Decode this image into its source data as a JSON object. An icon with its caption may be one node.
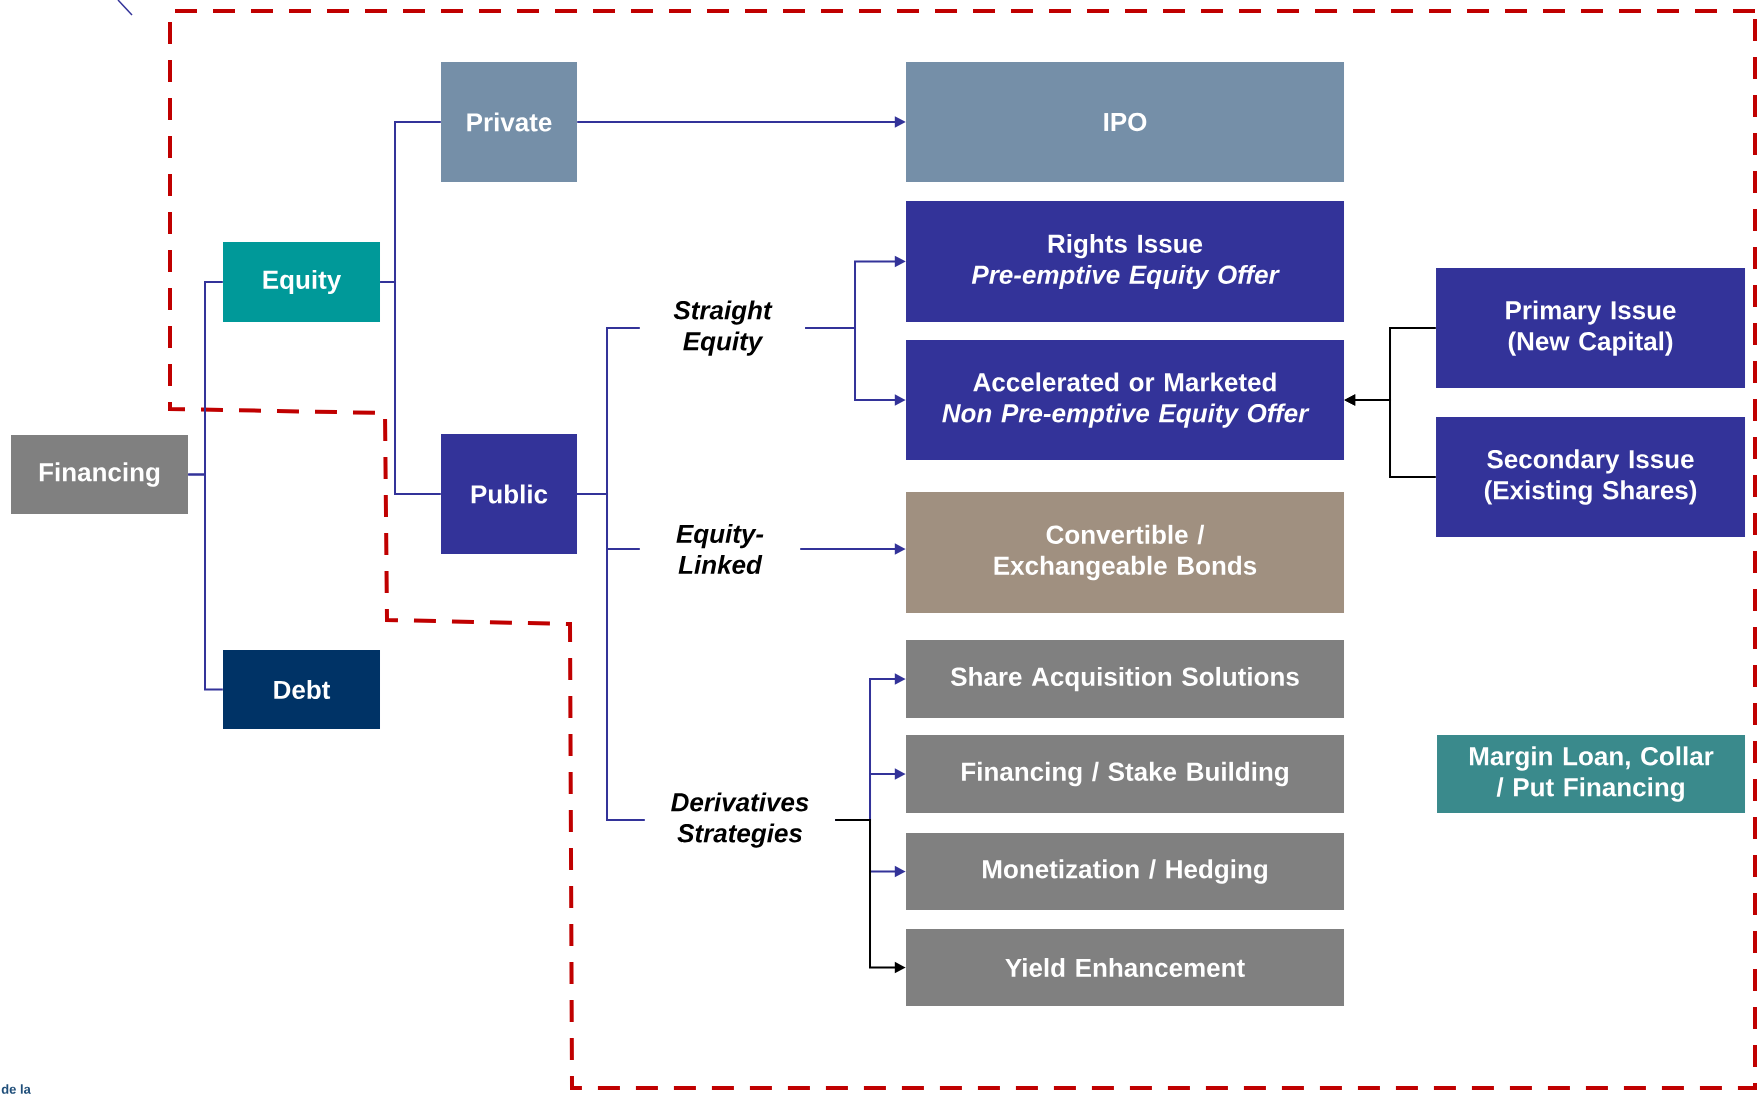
{
  "diagram": {
    "nodes": [
      {
        "text": [
          "Financing"
        ]
      },
      {
        "text": [
          "Equity"
        ]
      },
      {
        "text": [
          "Debt"
        ]
      },
      {
        "text": [
          "Private"
        ]
      },
      {
        "text": [
          "Public"
        ]
      },
      {
        "text": [
          "Straight Equity"
        ]
      },
      {
        "text": [
          "Equity-Linked"
        ]
      },
      {
        "text": [
          "Derivatives Strategies"
        ]
      },
      {
        "text": [
          "IPO"
        ]
      },
      {
        "text": [
          "Rights Issue",
          "Pre-emptive Equity Offer"
        ]
      },
      {
        "text": [
          "Accelerated or Marketed",
          "Non Pre-emptive Equity Offer"
        ]
      },
      {
        "text": [
          "Convertible / Exchangeable Bonds"
        ]
      },
      {
        "text": [
          "Share Acquisition Solutions"
        ]
      },
      {
        "text": [
          "Financing / Stake Building"
        ]
      },
      {
        "text": [
          "Monetization / Hedging"
        ]
      },
      {
        "text": [
          "Yield Enhancement"
        ]
      },
      {
        "text": [
          "Primary Issue (New Capital)"
        ]
      },
      {
        "text": [
          "Secondary Issue (Existing Shares)"
        ]
      },
      {
        "text": [
          "Margin Loan, Collar / Put Financing"
        ]
      }
    ],
    "edges": [
      {
        "from": 0,
        "to": 1,
        "arrow": "none"
      },
      {
        "from": 0,
        "to": 2,
        "arrow": "none"
      },
      {
        "from": 1,
        "to": 3,
        "arrow": "none"
      },
      {
        "from": 1,
        "to": 4,
        "arrow": "none"
      },
      {
        "from": 3,
        "to": 8,
        "arrow": "to"
      },
      {
        "from": 4,
        "to": 5,
        "arrow": "none"
      },
      {
        "from": 4,
        "to": 6,
        "arrow": "none"
      },
      {
        "from": 4,
        "to": 7,
        "arrow": "none"
      },
      {
        "from": 5,
        "to": 9,
        "arrow": "to"
      },
      {
        "from": 5,
        "to": 10,
        "arrow": "to"
      },
      {
        "from": 6,
        "to": 11,
        "arrow": "to"
      },
      {
        "from": 7,
        "to": 12,
        "arrow": "to"
      },
      {
        "from": 7,
        "to": 13,
        "arrow": "to"
      },
      {
        "from": 7,
        "to": 14,
        "arrow": "to"
      },
      {
        "from": 7,
        "to": 15,
        "arrow": "to",
        "color": "#000000"
      },
      {
        "from": 16,
        "to": 10,
        "arrow": "to",
        "color": "#000000"
      },
      {
        "from": 17,
        "to": 10,
        "arrow": "to",
        "color": "#000000"
      }
    ],
    "labels": [
      "de la"
    ]
  }
}
